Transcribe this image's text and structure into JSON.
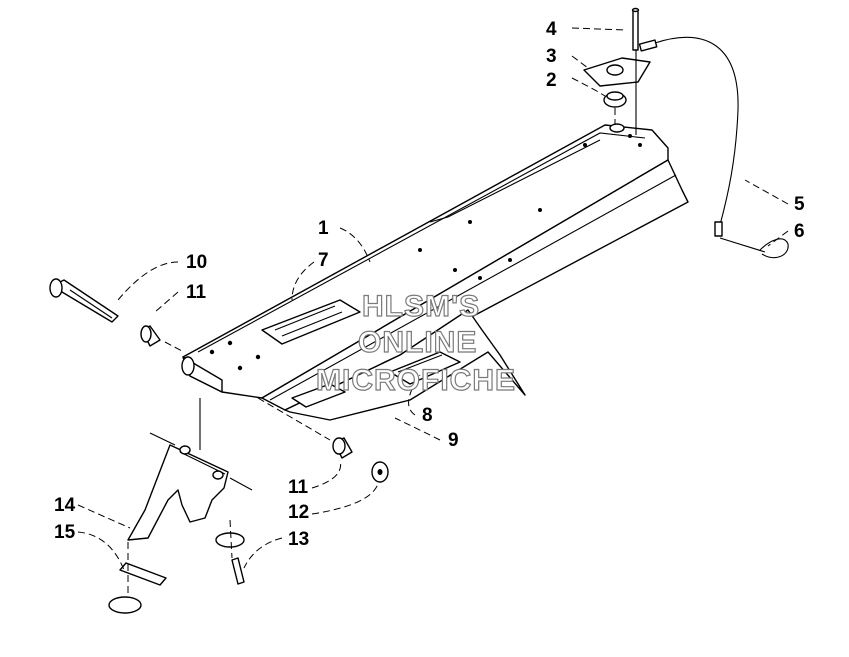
{
  "callouts": [
    {
      "id": "1",
      "text": "1"
    },
    {
      "id": "2",
      "text": "2"
    },
    {
      "id": "3",
      "text": "3"
    },
    {
      "id": "4",
      "text": "4"
    },
    {
      "id": "5",
      "text": "5"
    },
    {
      "id": "6",
      "text": "6"
    },
    {
      "id": "7",
      "text": "7"
    },
    {
      "id": "8",
      "text": "8"
    },
    {
      "id": "9",
      "text": "9"
    },
    {
      "id": "10",
      "text": "10"
    },
    {
      "id": "11a",
      "text": "11"
    },
    {
      "id": "11b",
      "text": "11"
    },
    {
      "id": "12",
      "text": "12"
    },
    {
      "id": "13",
      "text": "13"
    },
    {
      "id": "14",
      "text": "14"
    },
    {
      "id": "15",
      "text": "15"
    }
  ],
  "watermark": [
    "HLSM'S",
    "ONLINE",
    "MICROFICHE"
  ],
  "colors": {
    "line": "#000000",
    "background": "#ffffff",
    "watermark_outline": "#7a7a7a"
  }
}
